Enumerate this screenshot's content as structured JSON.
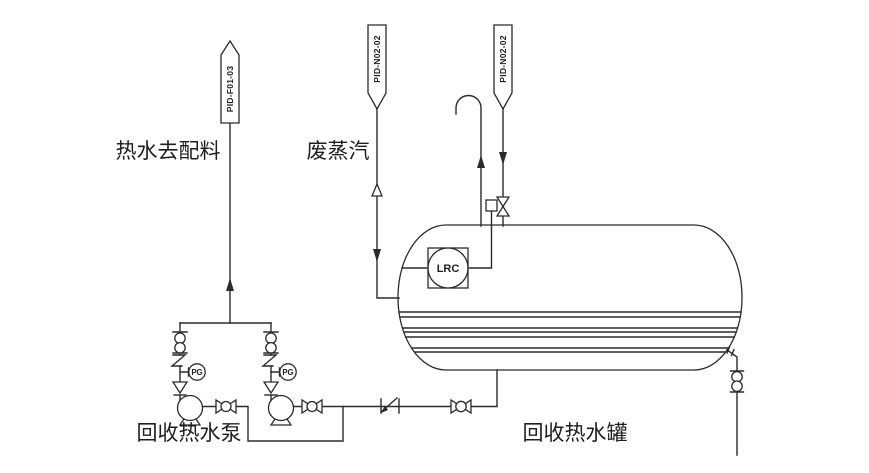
{
  "labels": {
    "hot_water_to_batching": "热水去配料",
    "waste_steam": "废蒸汽",
    "recycled_hot_water_pump": "回收热水泵",
    "recycled_hot_water_tank": "回收热水罐"
  },
  "line_flags": {
    "hot_water_outlet": "PID-F01-03",
    "waste_steam_outlet": "PID-N02-02",
    "inlet_line": "PID-N02-02"
  },
  "instruments": {
    "level_controller": "LRC",
    "pressure_gauge_left": "PG",
    "pressure_gauge_right": "PG"
  },
  "colors": {
    "line": "#2b2b2b",
    "background": "#ffffff"
  }
}
